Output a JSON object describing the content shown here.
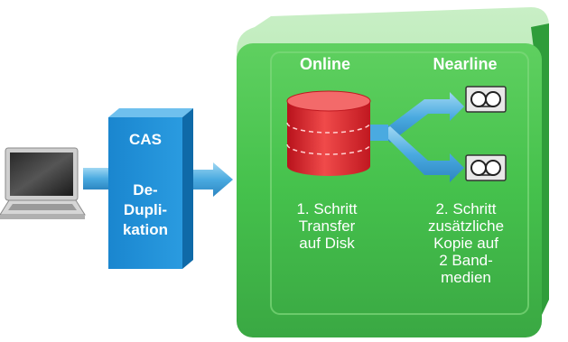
{
  "cas_box": {
    "title": "CAS",
    "function_lines": [
      "De-",
      "Dupli-",
      "kation"
    ]
  },
  "online": {
    "title": "Online",
    "step_lines": [
      "1. Schritt",
      "Transfer",
      "auf Disk"
    ]
  },
  "nearline": {
    "title": "Nearline",
    "step_lines": [
      "2. Schritt",
      "zusätzliche",
      "Kopie auf",
      "2 Band-",
      "medien"
    ]
  },
  "colors": {
    "storage_box": "#3fbf4a",
    "storage_box_dark": "#2b9a36",
    "cas_box": "#1e8fd6",
    "arrow": "#5bb6e6",
    "disk": "#e0202a",
    "text": "#ffffff"
  },
  "icons": {
    "laptop": "laptop-icon",
    "disk": "disk-storage-icon",
    "tape": "tape-cartridge-icon"
  }
}
